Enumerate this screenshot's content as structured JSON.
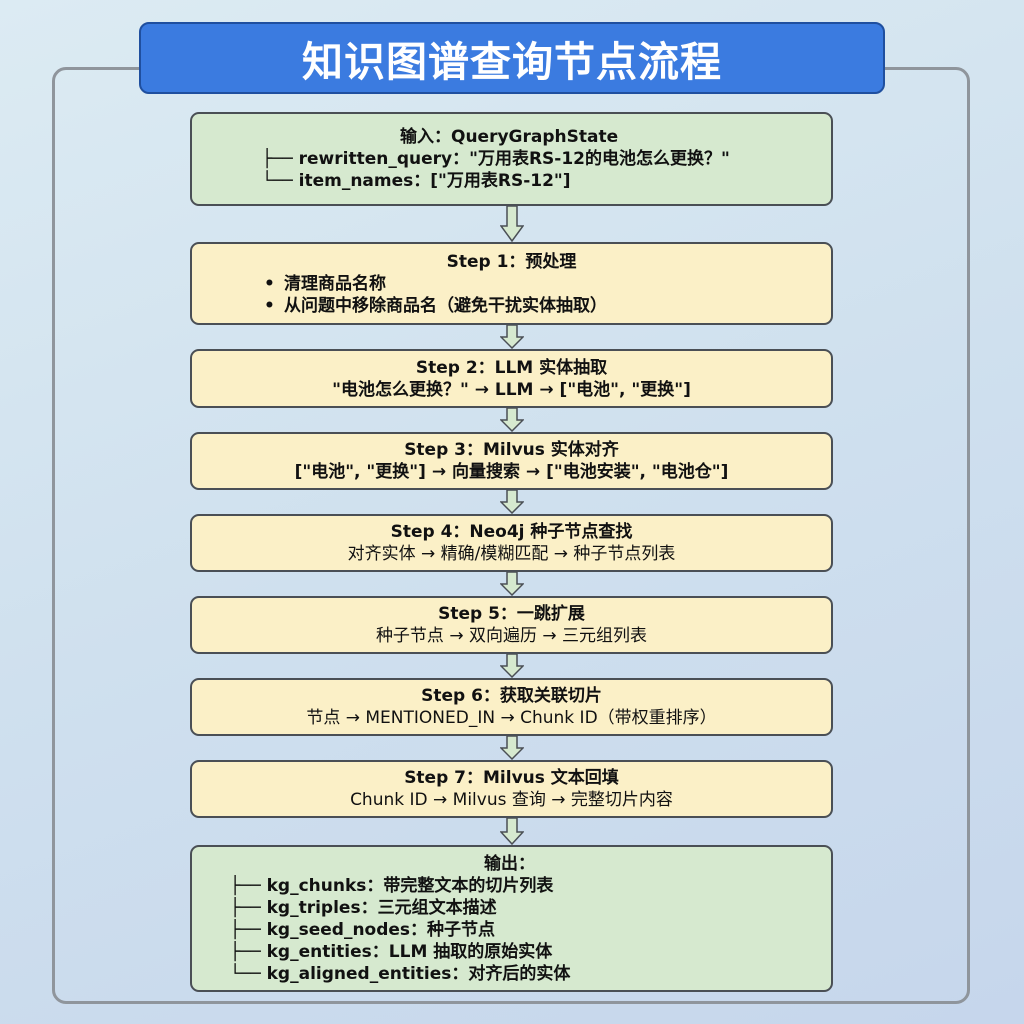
{
  "title": "知识图谱查询节点流程",
  "input": {
    "header": "输入：QueryGraphState",
    "lines": [
      "├── rewritten_query：\"万用表RS-12的电池怎么更换？\"",
      "└── item_names：[\"万用表RS-12\"]"
    ]
  },
  "steps": [
    {
      "title": "Step 1：预处理",
      "bullets": [
        "清理商品名称",
        "从问题中移除商品名（避免干扰实体抽取）"
      ]
    },
    {
      "title": "Step 2：LLM 实体抽取",
      "detail": "\"电池怎么更换？\" → LLM → [\"电池\", \"更换\"]"
    },
    {
      "title": "Step 3：Milvus 实体对齐",
      "detail": "[\"电池\", \"更换\"] → 向量搜索 → [\"电池安装\", \"电池仓\"]"
    },
    {
      "title": "Step 4：Neo4j 种子节点查找",
      "detail": "对齐实体 → 精确/模糊匹配 → 种子节点列表"
    },
    {
      "title": "Step 5：一跳扩展",
      "detail": "种子节点 → 双向遍历 → 三元组列表"
    },
    {
      "title": "Step 6：获取关联切片",
      "detail": "节点 → MENTIONED_IN → Chunk ID（带权重排序）"
    },
    {
      "title": "Step 7：Milvus 文本回填",
      "detail": "Chunk ID → Milvus 查询 → 完整切片内容"
    }
  ],
  "output": {
    "header": "输出：",
    "lines": [
      "├── kg_chunks：带完整文本的切片列表",
      "├── kg_triples：三元组文本描述",
      "├── kg_seed_nodes：种子节点",
      "├── kg_entities：LLM 抽取的原始实体",
      "└── kg_aligned_entities：对齐后的实体"
    ]
  },
  "colors": {
    "title_bg": "#3b7be0",
    "input_output_bg": "#d6e9cf",
    "step_bg": "#fbf0c7",
    "arrow_fill": "#d6e9cf"
  }
}
